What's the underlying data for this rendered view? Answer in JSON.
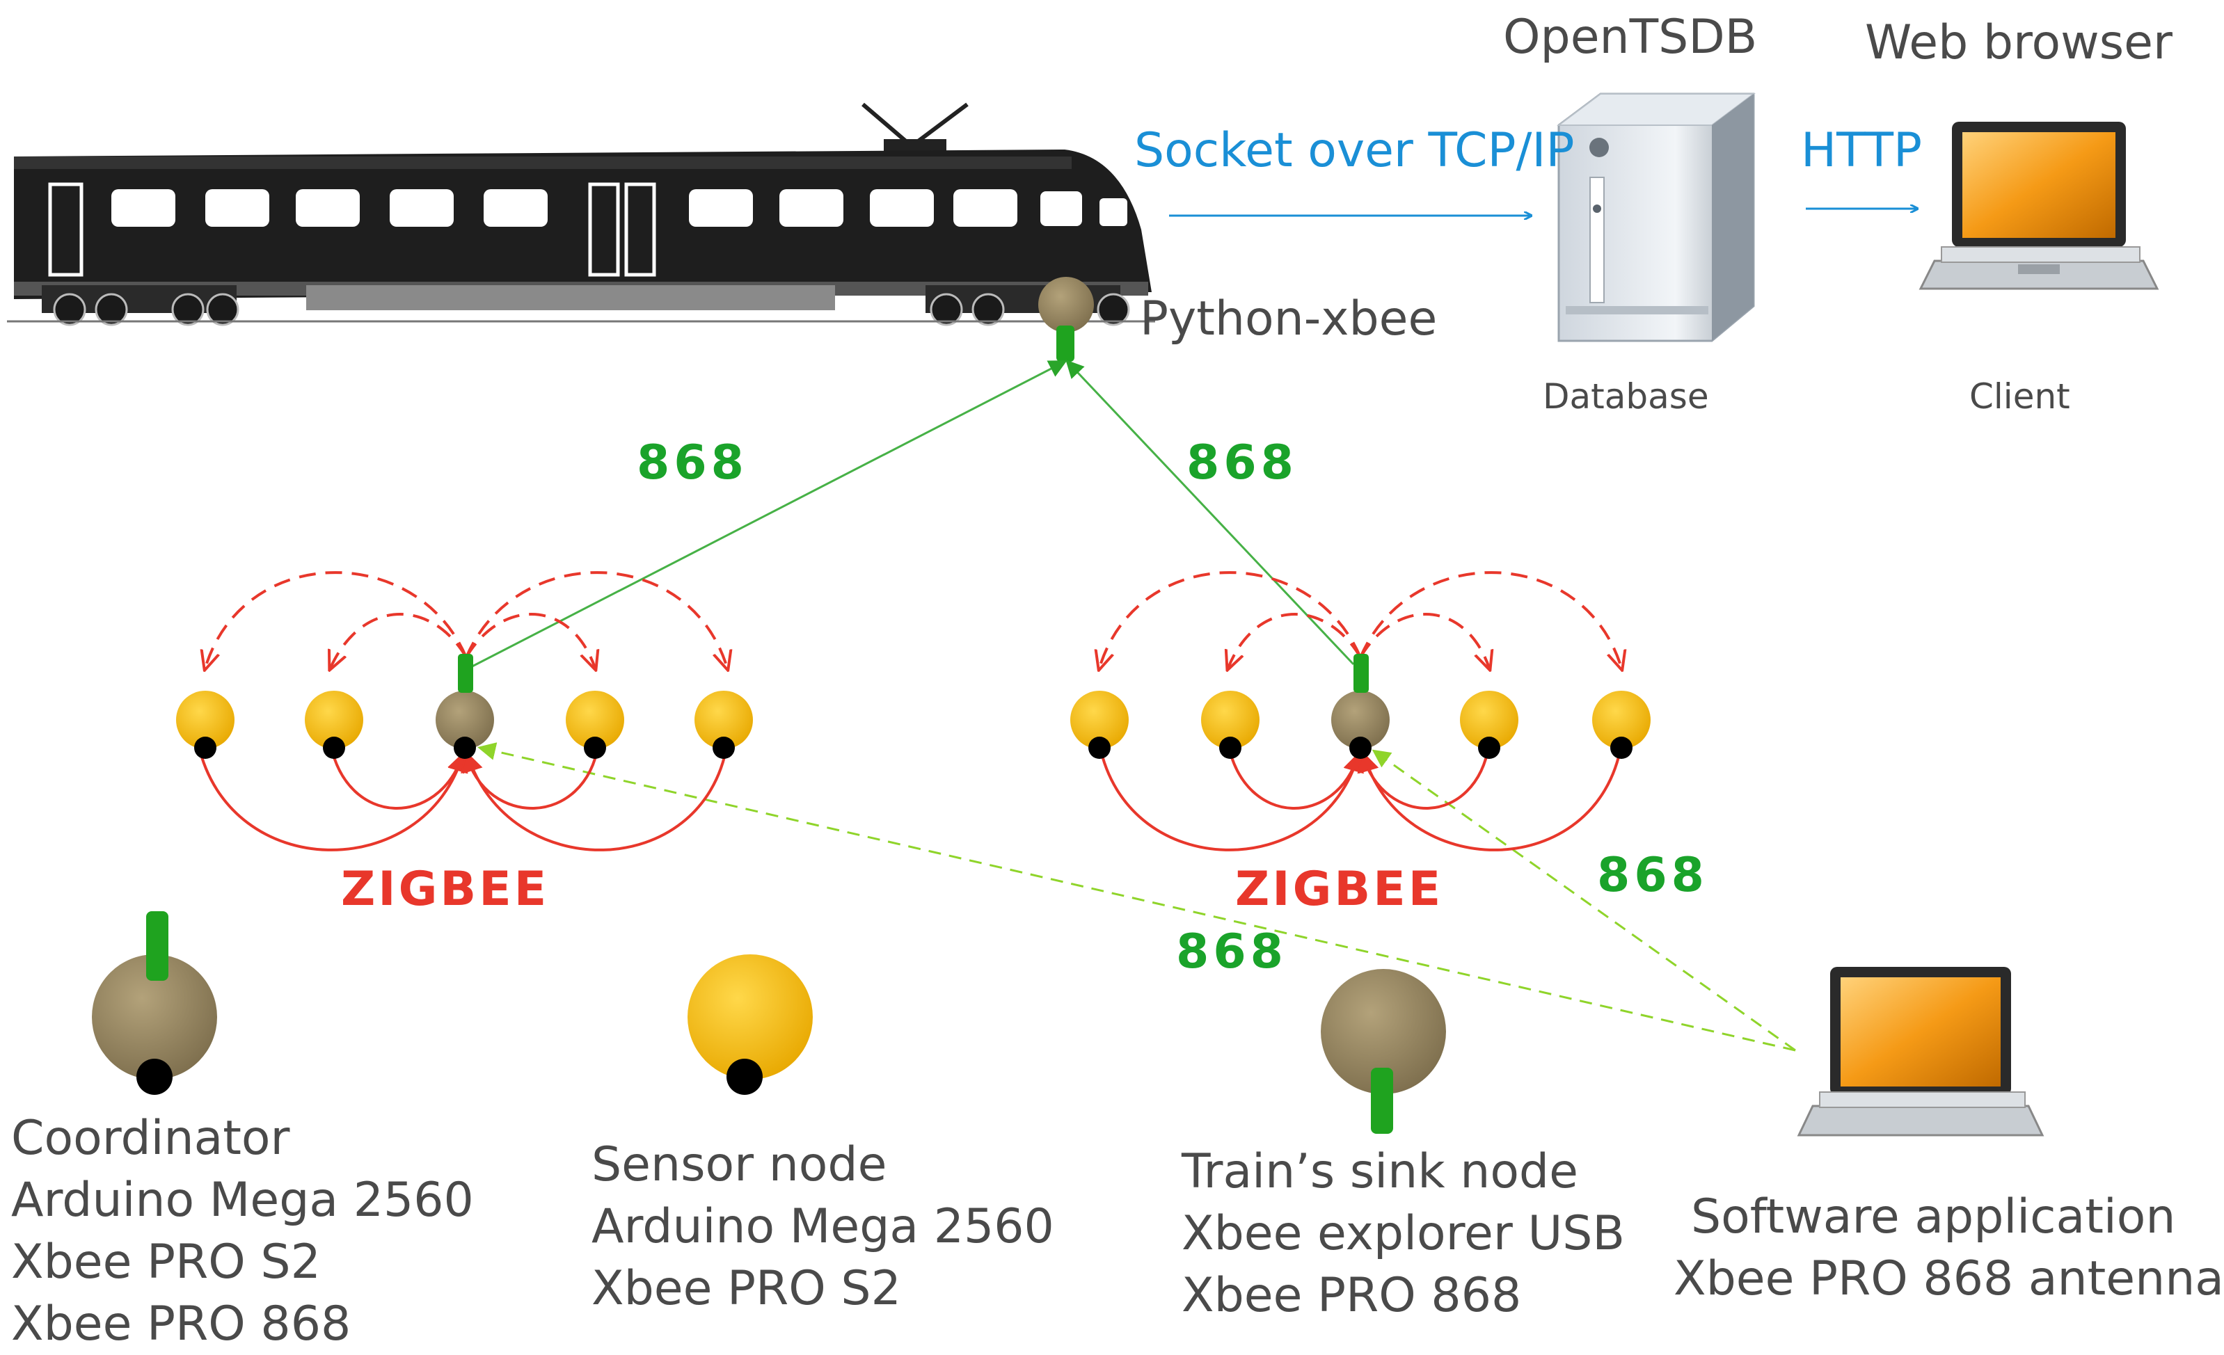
{
  "labels": {
    "opentsdb": "OpenTSDB",
    "web_browser": "Web browser",
    "socket": "Socket over TCP/IP",
    "http": "HTTP",
    "python_xbee": "Python-xbee",
    "database": "Database",
    "client": "Client",
    "freq_868_a": "868",
    "freq_868_b": "868",
    "freq_868_c": "868",
    "freq_868_d": "868",
    "zigbee_left": "ZIGBEE",
    "zigbee_right": "ZIGBEE"
  },
  "legend": {
    "coordinator": [
      "Coordinator",
      "Arduino Mega 2560",
      "Xbee PRO S2",
      "Xbee PRO 868"
    ],
    "sensor": [
      "Sensor node",
      "Arduino Mega 2560",
      "Xbee PRO S2"
    ],
    "sink": [
      "Train’s sink node",
      "Xbee explorer USB",
      "Xbee PRO 868"
    ],
    "software": [
      "Software application",
      "Xbee PRO 868 antenna"
    ]
  },
  "colors": {
    "blue": "#1a8fd6",
    "green": "#1aa32a",
    "red": "#e8372b",
    "sensor_yellow": "#f5b800",
    "coordinator_tan": "#9a8a66"
  },
  "icons": [
    "train-icon",
    "server-icon",
    "laptop-icon"
  ]
}
